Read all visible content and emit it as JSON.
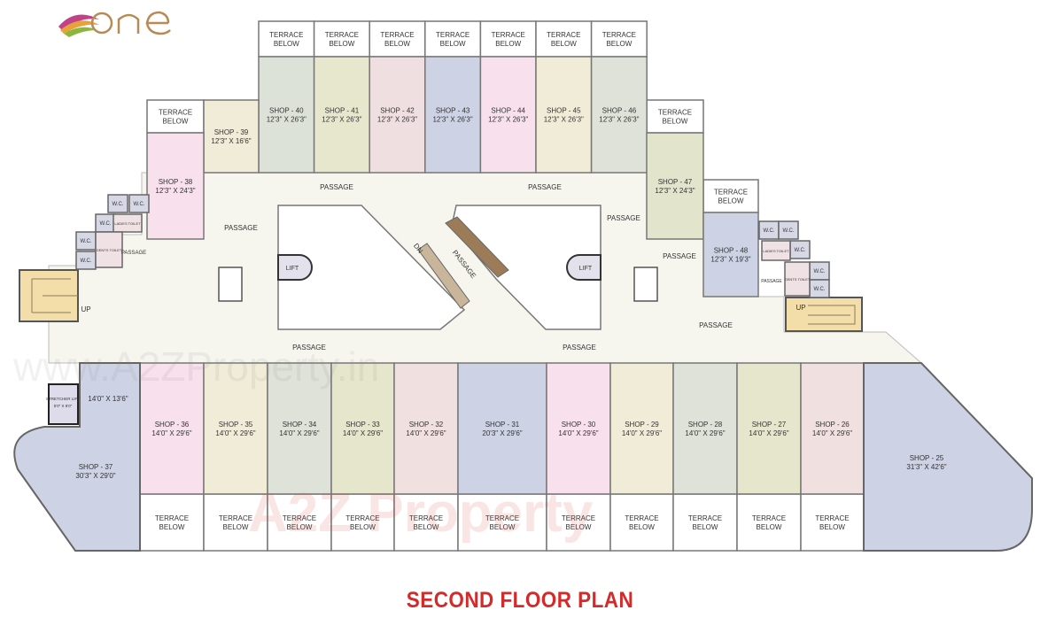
{
  "logo": {
    "text": "one"
  },
  "title": "SECOND FLOOR PLAN",
  "watermarks": [
    "www.A2ZProperty.in",
    "A2Z Property"
  ],
  "colors": {
    "title": "#d42a2a",
    "passage": "#f6f5ee",
    "wall": "#6b6b6b",
    "stairs": "#f3deaa"
  },
  "labels": {
    "terrace_line1": "TERRACE",
    "terrace_line2": "BELOW",
    "passage": "PASSAGE",
    "lift": "LIFT",
    "wc": "W.C.",
    "ladies_toilet": "LADIES TOILET",
    "gents_toilet": "GENTS TOILET",
    "up": "UP",
    "dn": "DN",
    "stretcher_lift": "STRETCHER LIFT",
    "stretcher_lift_size": "5'0\" X 8'0\"",
    "shop37_extra_size": "14'0\" X 13'6\""
  },
  "shops": [
    {
      "name": "SHOP - 40",
      "size": "12'3\" X 26'3\"",
      "color": "#dde2d8"
    },
    {
      "name": "SHOP - 41",
      "size": "12'3\" X 26'3\"",
      "color": "#e6e7cd"
    },
    {
      "name": "SHOP - 42",
      "size": "12'3\" X 26'3\"",
      "color": "#f0dfe0"
    },
    {
      "name": "SHOP - 43",
      "size": "12'3\" X 26'3\"",
      "color": "#cdd2e4"
    },
    {
      "name": "SHOP - 44",
      "size": "12'3\" X 26'3\"",
      "color": "#f8e0ec"
    },
    {
      "name": "SHOP - 45",
      "size": "12'3\" X 26'3\"",
      "color": "#f1ecd8"
    },
    {
      "name": "SHOP - 46",
      "size": "12'3\" X 26'3\"",
      "color": "#dee2d8"
    },
    {
      "name": "SHOP - 39",
      "size": "12'3\" X 16'6\"",
      "color": "#f1ecd8"
    },
    {
      "name": "SHOP - 38",
      "size": "12'3\" X 24'3\"",
      "color": "#f8e0ec"
    },
    {
      "name": "SHOP - 47",
      "size": "12'3\" X 24'3\"",
      "color": "#e3e4cc"
    },
    {
      "name": "SHOP - 48",
      "size": "12'3\" X 19'3\"",
      "color": "#cdd2e4"
    },
    {
      "name": "SHOP - 36",
      "size": "14'0\" X 29'6\"",
      "color": "#f8e0ec"
    },
    {
      "name": "SHOP - 35",
      "size": "14'0\" X 29'6\"",
      "color": "#f1ecd8"
    },
    {
      "name": "SHOP - 34",
      "size": "14'0\" X 29'6\"",
      "color": "#dee2d8"
    },
    {
      "name": "SHOP - 33",
      "size": "14'0\" X 29'6\"",
      "color": "#e6e6cc"
    },
    {
      "name": "SHOP - 32",
      "size": "14'0\" X 29'6\"",
      "color": "#f0e0df"
    },
    {
      "name": "SHOP - 31",
      "size": "20'3\" X 29'6\"",
      "color": "#cdd2e4"
    },
    {
      "name": "SHOP - 30",
      "size": "14'0\" X 29'6\"",
      "color": "#f8e0ec"
    },
    {
      "name": "SHOP - 29",
      "size": "14'0\" X 29'6\"",
      "color": "#f1ecd8"
    },
    {
      "name": "SHOP - 28",
      "size": "14'0\" X 29'6\"",
      "color": "#dee2d8"
    },
    {
      "name": "SHOP - 27",
      "size": "14'0\" X 29'6\"",
      "color": "#e6e6cc"
    },
    {
      "name": "SHOP - 26",
      "size": "14'0\" X 29'6\"",
      "color": "#f0e0df"
    },
    {
      "name": "SHOP - 25",
      "size": "31'3\" X 42'6\"",
      "color": "#cdd2e4"
    },
    {
      "name": "SHOP - 37",
      "size": "30'3\" X 29'0\"",
      "color": "#cdd2e4"
    }
  ]
}
